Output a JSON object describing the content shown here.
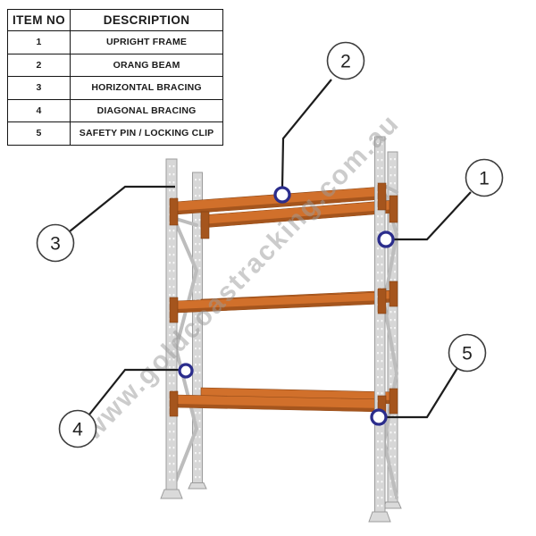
{
  "table": {
    "headers": [
      "ITEM NO",
      "DESCRIPTION"
    ],
    "rows": [
      [
        "1",
        "UPRIGHT FRAME"
      ],
      [
        "2",
        "ORANG BEAM"
      ],
      [
        "3",
        "HORIZONTAL BRACING"
      ],
      [
        "4",
        "DIAGONAL BRACING"
      ],
      [
        "5",
        "SAFETY PIN / LOCKING CLIP"
      ]
    ]
  },
  "callouts": [
    {
      "label": "1"
    },
    {
      "label": "2"
    },
    {
      "label": "3"
    },
    {
      "label": "4"
    },
    {
      "label": "5"
    }
  ],
  "watermark": "www.goldcoastracking.com.au",
  "colors": {
    "beam_orange": "#d1702b",
    "beam_orange_dark": "#a5551d",
    "frame_gray": "#d7d7d7",
    "frame_gray_edge": "#9c9c9c",
    "brace_gray": "#bdbdbd",
    "marker_blue": "#2b2d8c",
    "line_black": "#1d1d1d",
    "table_border": "#141414"
  }
}
